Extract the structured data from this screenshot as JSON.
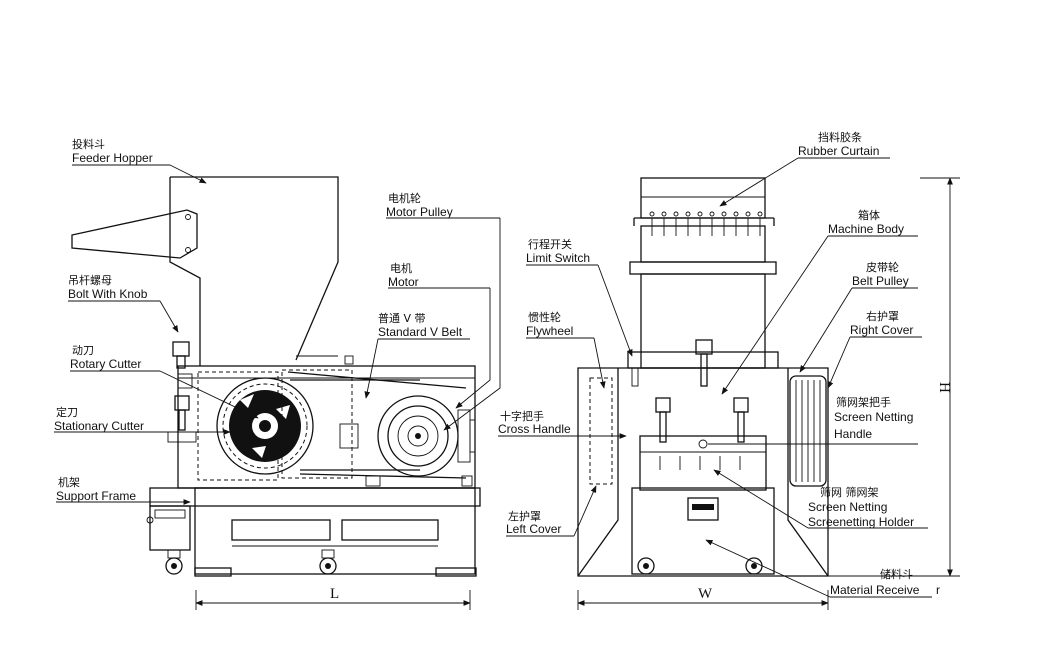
{
  "labels": {
    "feeder_hopper": {
      "cn": "投料斗",
      "en": "Feeder Hopper"
    },
    "bolt_with_knob": {
      "cn": "吊杆螺母",
      "en": "Bolt With Knob"
    },
    "rotary_cutter": {
      "cn": "动刀",
      "en": "Rotary Cutter"
    },
    "stationary_cutter": {
      "cn": "定刀",
      "en": "Stationary Cutter"
    },
    "support_frame": {
      "cn": "机架",
      "en": "Support Frame"
    },
    "motor_pulley": {
      "cn": "电机轮",
      "en": "Motor Pulley"
    },
    "motor": {
      "cn": "电机",
      "en": "Motor"
    },
    "standard_v_belt": {
      "cn": "普通 V 带",
      "en": "Standard V Belt"
    },
    "rubber_curtain": {
      "cn": "挡料胶条",
      "en": "Rubber Curtain"
    },
    "limit_switch": {
      "cn": "行程开关",
      "en": "Limit Switch"
    },
    "machine_body": {
      "cn": "箱体",
      "en": "Machine Body"
    },
    "belt_pulley": {
      "cn": "皮带轮",
      "en": "Belt Pulley"
    },
    "flywheel": {
      "cn": "惯性轮",
      "en": "Flywheel"
    },
    "right_cover": {
      "cn": "右护罩",
      "en": "Right Cover"
    },
    "cross_handle": {
      "cn": "十字把手",
      "en": "Cross Handle"
    },
    "screen_netting_handle": {
      "cn": "筛网架把手",
      "en1": "Screen Netting",
      "en2": "Handle"
    },
    "left_cover": {
      "cn": "左护罩",
      "en": "Left Cover"
    },
    "screen_netting_holder": {
      "cn": "筛网 筛网架",
      "en1": "Screen Netting",
      "en2": "Screenetting Holder"
    },
    "material_receive": {
      "cn": "储料斗",
      "en": "Material Receive"
    }
  },
  "dimensions": {
    "length": "L",
    "width": "W",
    "height": "H",
    "suffix": "r"
  }
}
